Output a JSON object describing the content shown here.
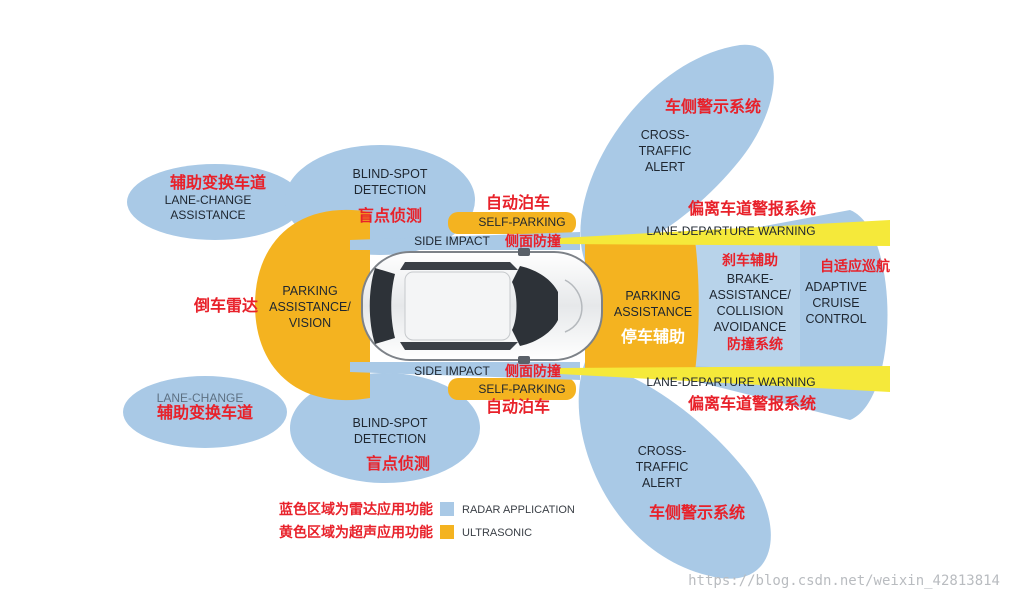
{
  "colors": {
    "radar": "#a9c9e6",
    "radar_dark": "#8fb5d8",
    "ultrasonic": "#f4b320",
    "ultrasonic_dark": "#e49a10",
    "lane_warning": "#f5e93a",
    "zh_text": "#e8212a",
    "en_text": "#1e2630"
  },
  "zones": {
    "lane_change_top": {
      "en_lines": [
        "LANE-CHANGE",
        "ASSISTANCE"
      ],
      "zh": "辅助变换车道"
    },
    "lane_change_bottom": {
      "en_lines": [
        "LANE-CHANGE"
      ],
      "zh": "辅助变换车道"
    },
    "blind_spot_top": {
      "en_lines": [
        "BLIND-SPOT",
        "DETECTION"
      ],
      "zh": "盲点侦测"
    },
    "blind_spot_bottom": {
      "en_lines": [
        "BLIND-SPOT",
        "DETECTION"
      ],
      "zh": "盲点侦测"
    },
    "parking_rear": {
      "en_lines": [
        "PARKING",
        "ASSISTANCE/",
        "VISION"
      ],
      "zh": "倒车雷达"
    },
    "self_parking_top": {
      "en": "SELF-PARKING",
      "zh": "自动泊车"
    },
    "self_parking_bottom": {
      "en": "SELF-PARKING",
      "zh": "自动泊车"
    },
    "side_impact_top": {
      "en": "SIDE IMPACT",
      "zh": "侧面防撞"
    },
    "side_impact_bottom": {
      "en": "SIDE IMPACT",
      "zh": "侧面防撞"
    },
    "cross_traffic_top": {
      "en_lines": [
        "CROSS-",
        "TRAFFIC",
        "ALERT"
      ],
      "zh": "车侧警示系统"
    },
    "cross_traffic_bottom": {
      "en_lines": [
        "CROSS-",
        "TRAFFIC",
        "ALERT"
      ],
      "zh": "车侧警示系统"
    },
    "lane_departure_top": {
      "en": "LANE-DEPARTURE WARNING",
      "zh": "偏离车道警报系统"
    },
    "lane_departure_bottom": {
      "en": "LANE-DEPARTURE WARNING",
      "zh": "偏离车道警报系统"
    },
    "parking_front": {
      "en_lines": [
        "PARKING",
        "ASSISTANCE"
      ],
      "zh": "停车辅助"
    },
    "brake_assist": {
      "en_lines": [
        "BRAKE-",
        "ASSISTANCE/",
        "COLLISION",
        "AVOIDANCE"
      ],
      "zh_top": "刹车辅助",
      "zh_bottom": "防撞系统"
    },
    "adaptive_cruise": {
      "en_lines": [
        "ADAPTIVE",
        "CRUISE",
        "CONTROL"
      ],
      "zh": "自适应巡航"
    }
  },
  "legend": {
    "radar": {
      "zh": "蓝色区域为雷达应用功能",
      "en": "RADAR APPLICATION"
    },
    "ultrasonic": {
      "zh": "黄色区域为超声应用功能",
      "en": "ULTRASONIC"
    }
  },
  "watermark": "https://blog.csdn.net/weixin_42813814"
}
